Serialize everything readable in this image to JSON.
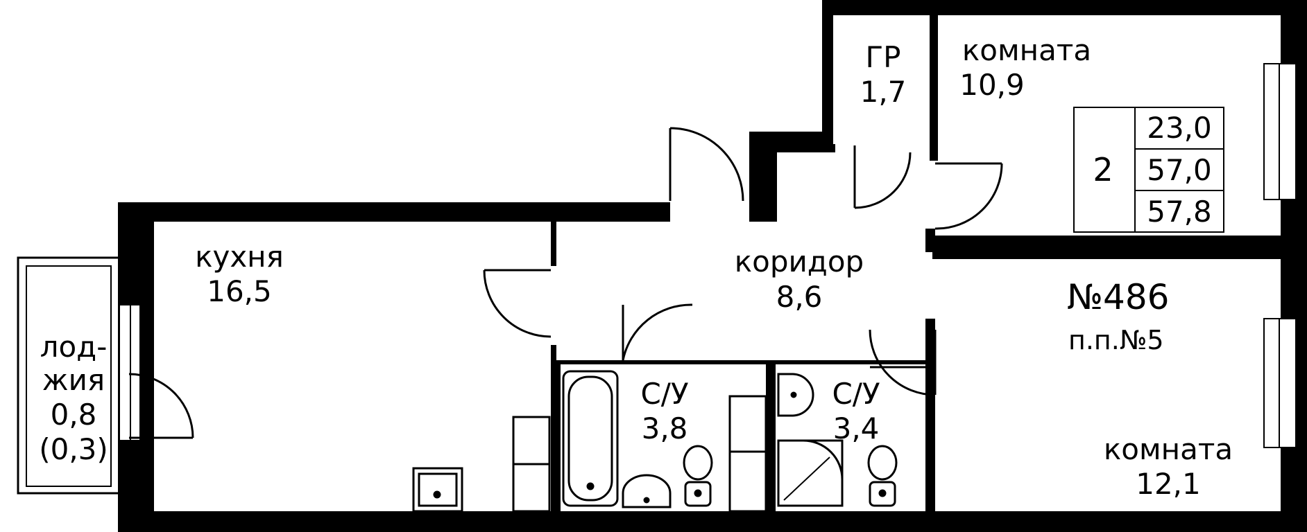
{
  "rooms": {
    "gr": {
      "name": "ГР",
      "area": "1,7"
    },
    "room1": {
      "name": "комната",
      "area": "10,9"
    },
    "kitchen": {
      "name": "кухня",
      "area": "16,5"
    },
    "corridor": {
      "name": "коридор",
      "area": "8,6"
    },
    "bath1": {
      "name": "С/У",
      "area": "3,8"
    },
    "bath2": {
      "name": "С/У",
      "area": "3,4"
    },
    "room2": {
      "name": "комната",
      "area": "12,1"
    },
    "loggia": {
      "name_line1": "лод-",
      "name_line2": "жия",
      "area": "0,8",
      "area_reduced": "(0,3)"
    }
  },
  "summary": {
    "room_count": "2",
    "living_area": "23,0",
    "total_area": "57,0",
    "total_with_loggia": "57,8"
  },
  "apartment": {
    "number": "№486",
    "building": "п.п.№5"
  }
}
